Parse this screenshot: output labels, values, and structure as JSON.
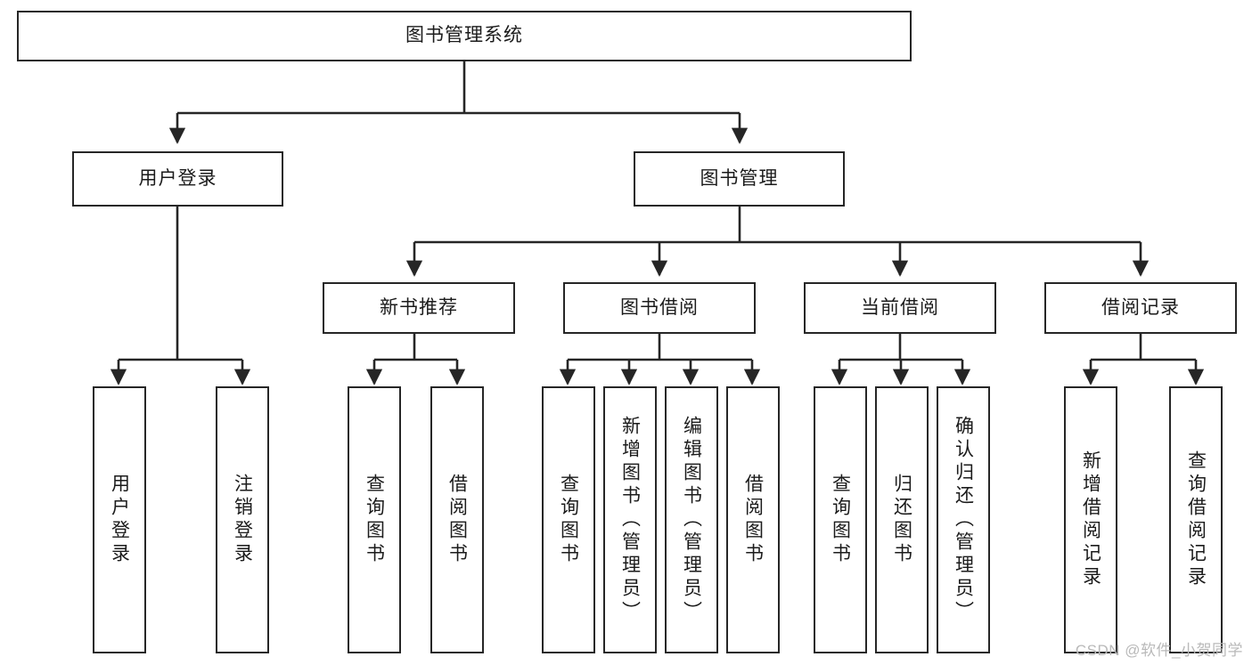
{
  "diagram": {
    "type": "tree",
    "title": "图书管理系统",
    "orientation": "top-down",
    "root": {
      "id": "root",
      "label": "图书管理系统"
    },
    "level2": [
      {
        "id": "user-login",
        "label": "用户登录"
      },
      {
        "id": "book-manage",
        "label": "图书管理"
      }
    ],
    "level3": [
      {
        "id": "new-book-recommend",
        "label": "新书推荐",
        "parent": "book-manage"
      },
      {
        "id": "book-borrow",
        "label": "图书借阅",
        "parent": "book-manage"
      },
      {
        "id": "current-borrow",
        "label": "当前借阅",
        "parent": "book-manage"
      },
      {
        "id": "borrow-record",
        "label": "借阅记录",
        "parent": "book-manage"
      }
    ],
    "leaves": [
      {
        "id": "leaf-user-login",
        "label": "用户登录",
        "parent": "user-login"
      },
      {
        "id": "leaf-logout",
        "label": "注销登录",
        "parent": "user-login"
      },
      {
        "id": "leaf-query-book-1",
        "label": "查询图书",
        "parent": "new-book-recommend"
      },
      {
        "id": "leaf-borrow-book-1",
        "label": "借阅图书",
        "parent": "new-book-recommend"
      },
      {
        "id": "leaf-query-book-2",
        "label": "查询图书",
        "parent": "book-borrow"
      },
      {
        "id": "leaf-add-book",
        "label": "新增图书（管理员）",
        "parent": "book-borrow"
      },
      {
        "id": "leaf-edit-book",
        "label": "编辑图书（管理员）",
        "parent": "book-borrow"
      },
      {
        "id": "leaf-borrow-book-2",
        "label": "借阅图书",
        "parent": "book-borrow"
      },
      {
        "id": "leaf-query-book-3",
        "label": "查询图书",
        "parent": "current-borrow"
      },
      {
        "id": "leaf-return-book",
        "label": "归还图书",
        "parent": "current-borrow"
      },
      {
        "id": "leaf-confirm-return",
        "label": "确认归还（管理员）",
        "parent": "current-borrow"
      },
      {
        "id": "leaf-add-record",
        "label": "新增借阅记录",
        "parent": "borrow-record"
      },
      {
        "id": "leaf-query-record",
        "label": "查询借阅记录",
        "parent": "borrow-record"
      }
    ],
    "colors": {
      "stroke": "#262626",
      "fill": "#ffffff",
      "text": "#1b1b1b",
      "watermark": "#b9b9b9"
    }
  },
  "watermark": {
    "text": "CSDN @软件_小贺同学"
  }
}
